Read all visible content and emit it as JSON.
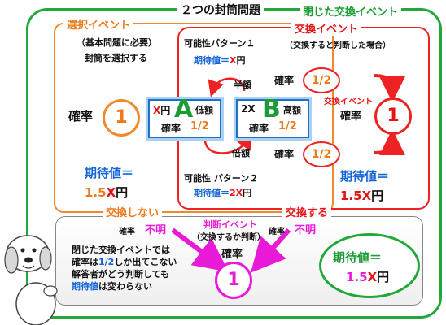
{
  "title": "２つの封筒問題",
  "closed_event": {
    "label": "閉じた交換イベント"
  },
  "selection_event": {
    "label": "選択イベント",
    "note_line1": "（基本問題に必要）",
    "note_line2": "封筒を選択する",
    "prob_label": "確率",
    "prob_value": "1",
    "ev_label": "期待値＝",
    "ev_value": "1.5",
    "ev_var": "X",
    "ev_unit": "円"
  },
  "exchange_event": {
    "label": "交換イベント",
    "pattern1_title": "可能性パターン１",
    "pattern1_note": "（交換すると判断した場合）",
    "pattern1_ev_label": "期待値＝",
    "pattern1_ev_value": "X",
    "pattern1_ev_unit": "円",
    "half_label": "半額",
    "double_label": "倍額",
    "prob_label": "確率",
    "prob_half": "1/2",
    "tag_label": "交換イベント",
    "right_prob_label": "確率",
    "right_prob_value": "1",
    "pattern2_title": "可能性 パターン２",
    "pattern2_ev_label": "期待値＝",
    "pattern2_ev_value": "2X",
    "pattern2_ev_unit": "円",
    "right_ev_label": "期待値＝",
    "right_ev_value": "1.5",
    "right_ev_var": "X",
    "right_ev_unit": "円"
  },
  "envelope_a": {
    "amount_var": "X",
    "amount_unit": "円",
    "letter": "A",
    "kind": "低額",
    "prob_label": "確率",
    "prob_value": "1/2"
  },
  "envelope_b": {
    "amount_var": "2X",
    "letter": "B",
    "kind": "高額",
    "prob_label": "確率",
    "prob_value": "1/2"
  },
  "bottom": {
    "no_exchange": "交換しない",
    "exchange": "交換する",
    "prob_label": "確率",
    "unknown": "不明",
    "judgment_label": "判断イベント",
    "judgment_note": "（交換するか判断）",
    "center_prob_label": "確率",
    "center_prob_value": "1",
    "note_line1": "閉じた交換イベントでは",
    "note_line2_pre": "確率は",
    "note_line2_frac": "1/2",
    "note_line2_post": "しか出てこない",
    "note_line3": "解答者がどう判断しても",
    "note_line4_em": "期待値",
    "note_line4_post": "は変わらない",
    "ev_label": "期待値＝",
    "ev_value": "1.5",
    "ev_var": "X",
    "ev_unit": "円"
  },
  "colors": {
    "green": "#22a83a",
    "orange": "#ee8a2a",
    "red": "#ee2222",
    "blue": "#1565d8",
    "magenta": "#e81ad8"
  },
  "icons": [
    "arrow-icon",
    "dog-illustration"
  ]
}
